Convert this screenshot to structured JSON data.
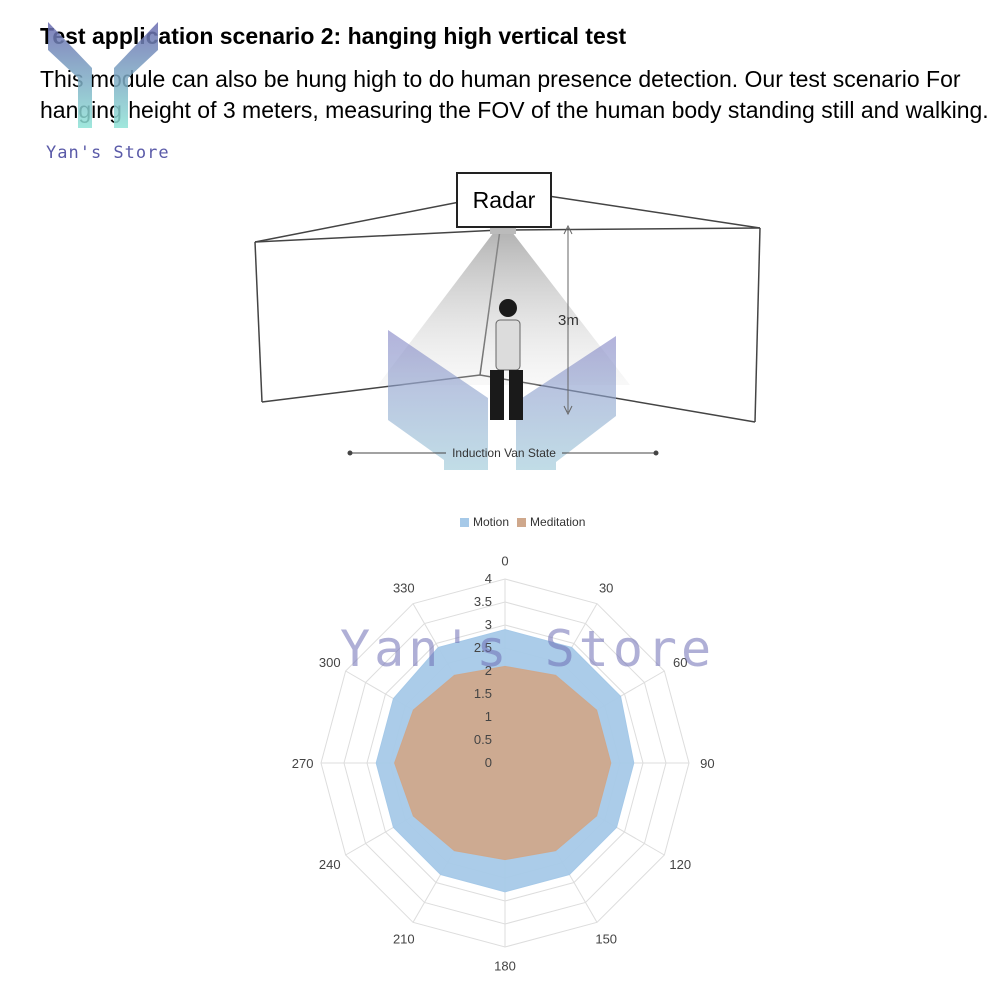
{
  "header": {
    "title": "Test application scenario 2: hanging high vertical test",
    "paragraph": "This module can also be hung high to do human presence detection. Our test scenario For hanging height of 3 meters, measuring the FOV of the human body standing still and walking."
  },
  "watermark": {
    "logo_text": "Yan's Store",
    "center_text": "Yan's Store"
  },
  "illustration": {
    "radar_label": "Radar",
    "height_label": "3m",
    "range_label": "Induction Van State"
  },
  "colors": {
    "motion": "#a6c9e8",
    "meditation": "#cfa88c",
    "grid": "#dddddd",
    "watermark": "#6e6eb4"
  },
  "chart_data": {
    "type": "radar",
    "angle_labels": [
      "0",
      "30",
      "60",
      "90",
      "120",
      "150",
      "180",
      "210",
      "240",
      "270",
      "300",
      "330"
    ],
    "radial_ticks": [
      "0",
      "0.5",
      "1",
      "1.5",
      "2",
      "2.5",
      "3",
      "3.5",
      "4"
    ],
    "rlim": [
      0,
      4
    ],
    "legend": [
      "Motion",
      "Meditation"
    ],
    "legend_position": "top",
    "series": [
      {
        "name": "Motion",
        "values": [
          2.9,
          2.9,
          2.9,
          2.8,
          2.8,
          2.8,
          2.8,
          2.8,
          2.8,
          2.8,
          2.8,
          2.9
        ]
      },
      {
        "name": "Meditation",
        "values": [
          2.1,
          2.2,
          2.3,
          2.3,
          2.3,
          2.2,
          2.1,
          2.2,
          2.3,
          2.4,
          2.3,
          2.2
        ]
      }
    ]
  }
}
